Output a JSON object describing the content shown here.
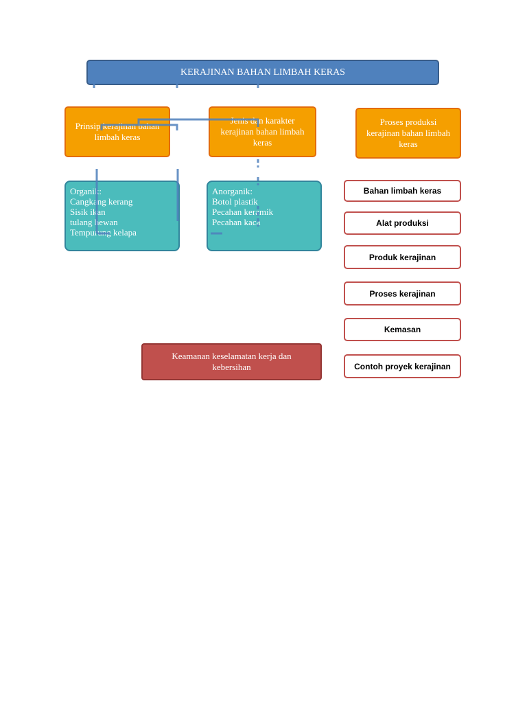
{
  "title": "KERAJINAN BAHAN LIMBAH KERAS",
  "categories": {
    "prinsip": "Prinsip kerajinan bahan limbah keras",
    "jenis": "Jenis dan karakter kerajinan bahan limbah keras",
    "proses": "Proses produksi kerajinan bahan limbah keras"
  },
  "organik": {
    "lines": [
      "Organik:",
      "Cangkang kerang",
      "Sisik ikan",
      "tulang hewan",
      "Tempurung kelapa"
    ]
  },
  "anorganik": {
    "lines": [
      "Anorganik:",
      "Botol plastik",
      "Pecahan keramik",
      "Pecahan kaca"
    ]
  },
  "proses_items": [
    "Bahan limbah keras",
    "Alat produksi",
    "Produk kerajinan",
    "Proses kerajinan",
    "Kemasan",
    "Contoh proyek kerajinan"
  ],
  "keamanan": "Keamanan keselamatan kerja dan kebersihan",
  "colors": {
    "title_fill": "#4f81bd",
    "category_fill": "#f59f00",
    "sub_fill": "#4bbcbc",
    "item_border": "#c0504d",
    "keamanan_fill": "#c0504d",
    "connector": "#4f81bd"
  }
}
